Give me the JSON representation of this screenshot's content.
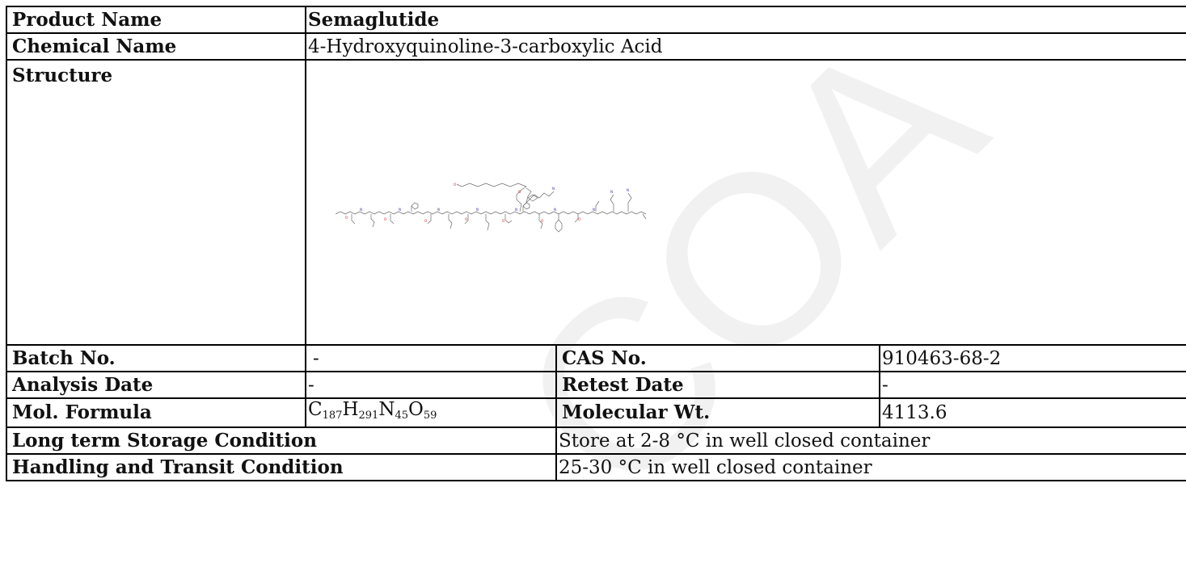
{
  "watermark": {
    "text": "COA",
    "color": "#f1f1f1"
  },
  "rows": {
    "product_name": {
      "label": "Product Name",
      "value": "Semaglutide"
    },
    "chemical_name": {
      "label": "Chemical Name",
      "value": "4-Hydroxyquinoline-3-carboxylic Acid"
    },
    "structure": {
      "label": "Structure",
      "image_icon": "peptide-structure-icon"
    },
    "batch_no": {
      "label": "Batch No.",
      "value": "-"
    },
    "cas_no": {
      "label": "CAS No.",
      "value": "910463-68-2"
    },
    "analysis_date": {
      "label": "Analysis Date",
      "value": "-"
    },
    "retest_date": {
      "label": "Retest Date",
      "value": "-"
    },
    "mol_formula": {
      "label": "Mol. Formula",
      "parts": [
        {
          "el": "C",
          "n": "187"
        },
        {
          "el": "H",
          "n": "291"
        },
        {
          "el": "N",
          "n": "45"
        },
        {
          "el": "O",
          "n": "59"
        }
      ]
    },
    "molecular_wt": {
      "label": "Molecular Wt.",
      "value": "4113.6"
    },
    "storage": {
      "label": "Long term Storage Condition",
      "value": "Store at 2-8 °C in well closed container"
    },
    "handling": {
      "label": "Handling and Transit Condition",
      "value": "25-30 °C in well closed container"
    }
  }
}
